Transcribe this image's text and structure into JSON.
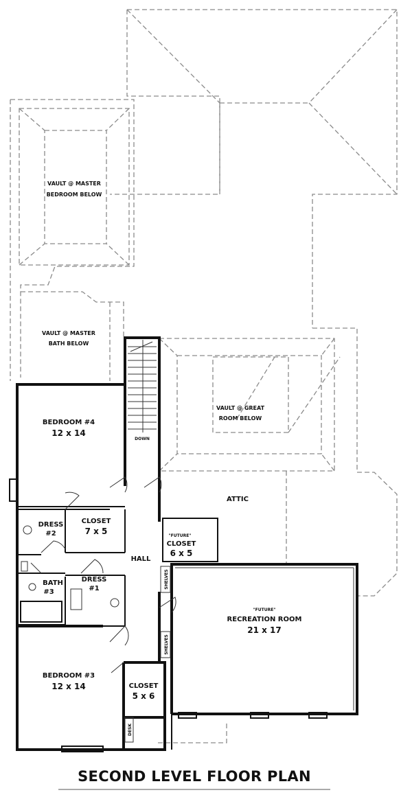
{
  "rooms": {
    "vault_master_bedroom": {
      "line1": "VAULT @ MASTER",
      "line2": "BEDROOM BELOW"
    },
    "vault_master_bath": {
      "line1": "VAULT @ MASTER",
      "line2": "BATH BELOW"
    },
    "vault_great_room": {
      "line1": "VAULT @ GREAT",
      "line2": "ROOM BELOW"
    },
    "bedroom4": {
      "name": "BEDROOM #4",
      "size": "12 x 14"
    },
    "bedroom3": {
      "name": "BEDROOM #3",
      "size": "12 x 14"
    },
    "closet_75": {
      "name": "CLOSET",
      "size": "7 x 5"
    },
    "dress2": {
      "name": "DRESS",
      "num": "#2"
    },
    "dress1": {
      "name": "DRESS",
      "num": "#1"
    },
    "bath3": {
      "name": "BATH",
      "num": "#3"
    },
    "hall": {
      "name": "HALL"
    },
    "attic": {
      "name": "ATTIC"
    },
    "future_closet": {
      "tag": "\"FUTURE\"",
      "name": "CLOSET",
      "size": "6 x 5"
    },
    "recreation": {
      "tag": "\"FUTURE\"",
      "name": "RECREATION ROOM",
      "size": "21 x 17"
    },
    "closet_56": {
      "name": "CLOSET",
      "size": "5 x 6"
    }
  },
  "annotations": {
    "down": "DOWN",
    "shelves": "SHELVES",
    "desk": "DESK"
  },
  "caption": "SECOND LEVEL FLOOR PLAN"
}
